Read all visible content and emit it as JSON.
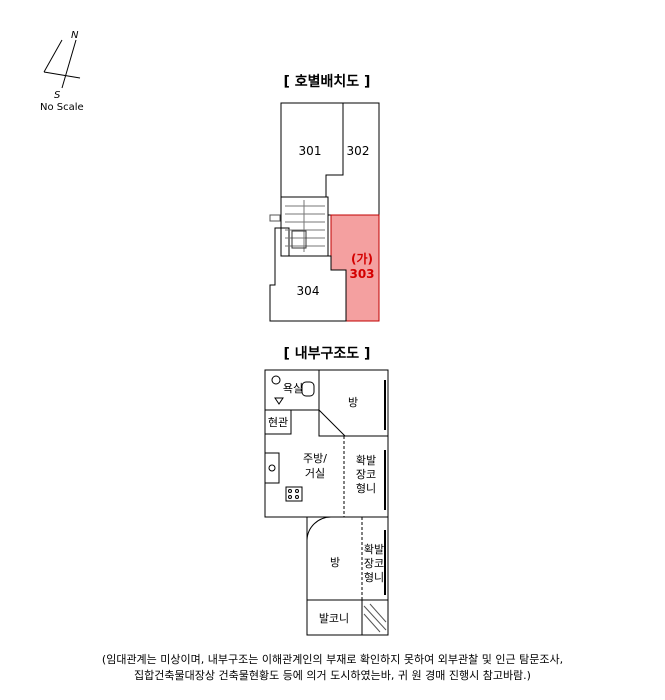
{
  "compass": {
    "north": "N",
    "south": "S",
    "scale": "No Scale"
  },
  "layout_plan": {
    "title": "[ 호별배치도 ]",
    "units": [
      {
        "id": "301",
        "label": "301"
      },
      {
        "id": "302",
        "label": "302"
      },
      {
        "id": "303",
        "label": "303",
        "prefix": "(가)",
        "highlighted": true,
        "color": "#f4a0a0"
      },
      {
        "id": "304",
        "label": "304"
      }
    ]
  },
  "interior_plan": {
    "title": "[ 내부구조도 ]",
    "rooms": {
      "bath": "욕실",
      "room_top": "방",
      "entrance": "현관",
      "kitchen": [
        "주방/",
        "거실"
      ],
      "ext_storage_top": [
        "확발",
        "장코",
        "형니"
      ],
      "room_bottom": "방",
      "ext_storage_bottom": [
        "확발",
        "장코",
        "형니"
      ],
      "balcony": "발코니"
    }
  },
  "footnote": [
    "(임대관계는 미상이며,  내부구조는 이해관계인의 부재로 확인하지 못하여 외부관찰 및 인근 탐문조사,",
    "집합건축물대장상 건축물현황도 등에 의거 도시하였는바, 귀 원 경매 진행시 참고바람.)"
  ]
}
